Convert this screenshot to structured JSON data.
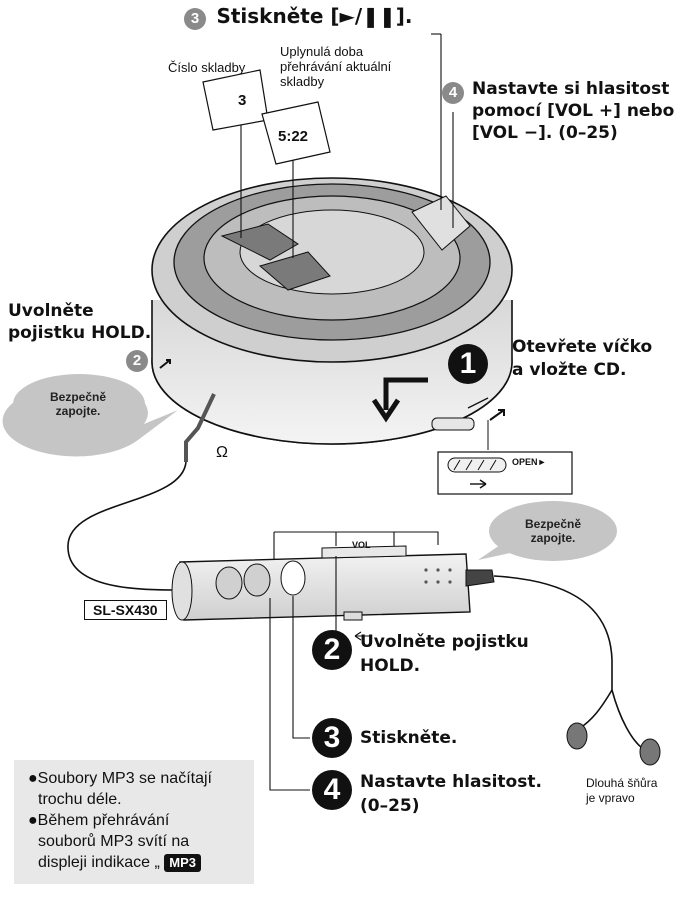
{
  "step3_top": {
    "num": "3",
    "text": "Stiskněte [►/❚❚]."
  },
  "track_label": "Číslo skladby",
  "elapsed_label": "Uplynulá doba přehrávání aktuální skladby",
  "display_track": "3",
  "display_time": "5:22",
  "step4_top": {
    "num": "4",
    "line1": "Nastavte si hlasitost",
    "line2": "pomocí [VOL +] nebo",
    "line3": "[VOL −]. (0–25)"
  },
  "release_hold_left": {
    "line1": "Uvolněte",
    "line2": "pojistku HOLD.",
    "num": "2"
  },
  "open_lid": {
    "line1": "Otevřete víčko",
    "line2": "a vložte CD.",
    "num": "1"
  },
  "bubble_left": {
    "line1": "Bezpečně",
    "line2": "zapojte."
  },
  "bubble_right": {
    "line1": "Bezpečně",
    "line2": "zapojte."
  },
  "open_switch_label": "OPEN►",
  "vol_label": "VOL",
  "headphone_symbol": "Ω",
  "model": "SL-SX430",
  "remote_step2": {
    "num": "2",
    "line1": "Uvolněte pojistku",
    "line2": "HOLD."
  },
  "remote_step3": {
    "num": "3",
    "text": "Stiskněte."
  },
  "remote_step4": {
    "num": "4",
    "line1": "Nastavte hlasitost.",
    "line2": "(0–25)"
  },
  "cord_note": {
    "line1": "Dlouhá šňůra",
    "line2": "je vpravo"
  },
  "notes": {
    "line1": "●Soubory MP3 se načítají",
    "line2": "trochu déle.",
    "line3": "●Během přehrávání",
    "line4": "souborů MP3 svítí na",
    "line5": "displeji indikace „",
    "badge": "MP3"
  }
}
